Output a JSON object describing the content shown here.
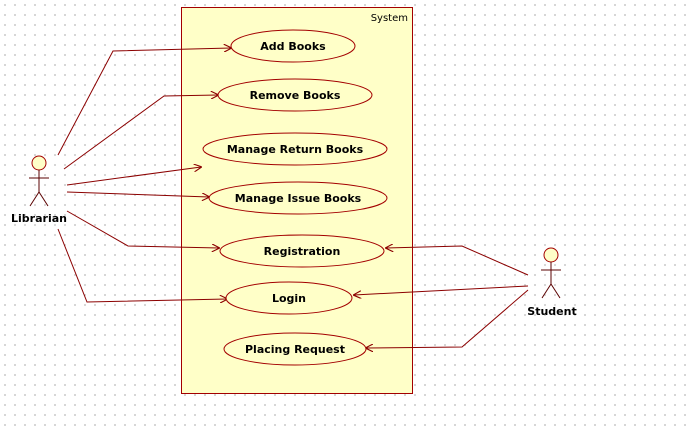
{
  "system": {
    "label": "System"
  },
  "actors": {
    "librarian": {
      "label": "Librarian"
    },
    "student": {
      "label": "Student"
    }
  },
  "use_cases": {
    "add_books": "Add Books",
    "remove_books": "Remove Books",
    "manage_return_books": "Manage Return Books",
    "manage_issue_books": "Manage Issue Books",
    "registration": "Registration",
    "login": "Login",
    "placing_request": "Placing Request"
  },
  "colors": {
    "fill": "#ffffc8",
    "border": "#a30000",
    "association": "#8b0000"
  }
}
